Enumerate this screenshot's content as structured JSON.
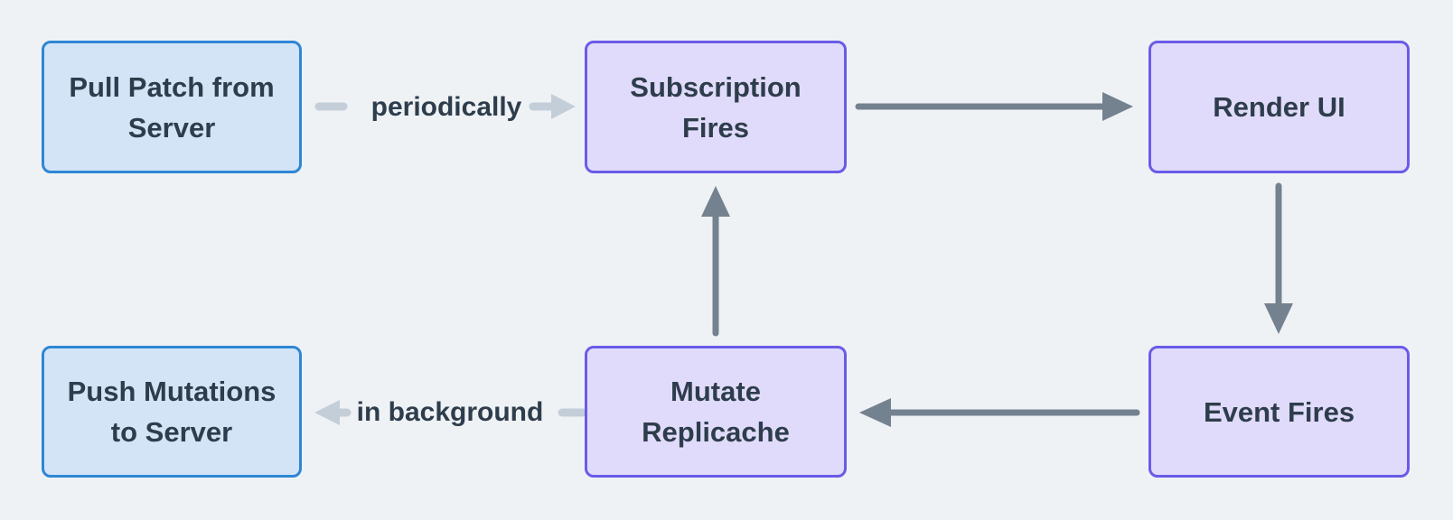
{
  "diagram": {
    "nodes": [
      {
        "id": "pull-patch-from-server",
        "label": "Pull Patch from Server",
        "style": "blue"
      },
      {
        "id": "subscription-fires",
        "label": "Subscription Fires",
        "style": "purple"
      },
      {
        "id": "render-ui",
        "label": "Render UI",
        "style": "purple"
      },
      {
        "id": "push-mutations-to-server",
        "label": "Push Mutations to Server",
        "style": "blue"
      },
      {
        "id": "mutate-replicache",
        "label": "Mutate Replicache",
        "style": "purple"
      },
      {
        "id": "event-fires",
        "label": "Event Fires",
        "style": "purple"
      }
    ],
    "edges": [
      {
        "from": "pull-patch-from-server",
        "to": "subscription-fires",
        "label": "periodically",
        "style": "light"
      },
      {
        "from": "subscription-fires",
        "to": "render-ui",
        "label": "",
        "style": "dark"
      },
      {
        "from": "render-ui",
        "to": "event-fires",
        "label": "",
        "style": "dark"
      },
      {
        "from": "event-fires",
        "to": "mutate-replicache",
        "label": "",
        "style": "dark"
      },
      {
        "from": "mutate-replicache",
        "to": "subscription-fires",
        "label": "",
        "style": "dark"
      },
      {
        "from": "mutate-replicache",
        "to": "push-mutations-to-server",
        "label": "in background",
        "style": "light"
      }
    ],
    "colors": {
      "background": "#eff2f5",
      "blue_node_fill": "#d3e4f6",
      "blue_node_border": "#2e86d5",
      "purple_node_fill": "#e0dbfa",
      "purple_node_border": "#6a5be8",
      "node_text": "#2e3d4c",
      "arrow_dark": "#74818f",
      "arrow_light": "#c3ced9"
    }
  }
}
